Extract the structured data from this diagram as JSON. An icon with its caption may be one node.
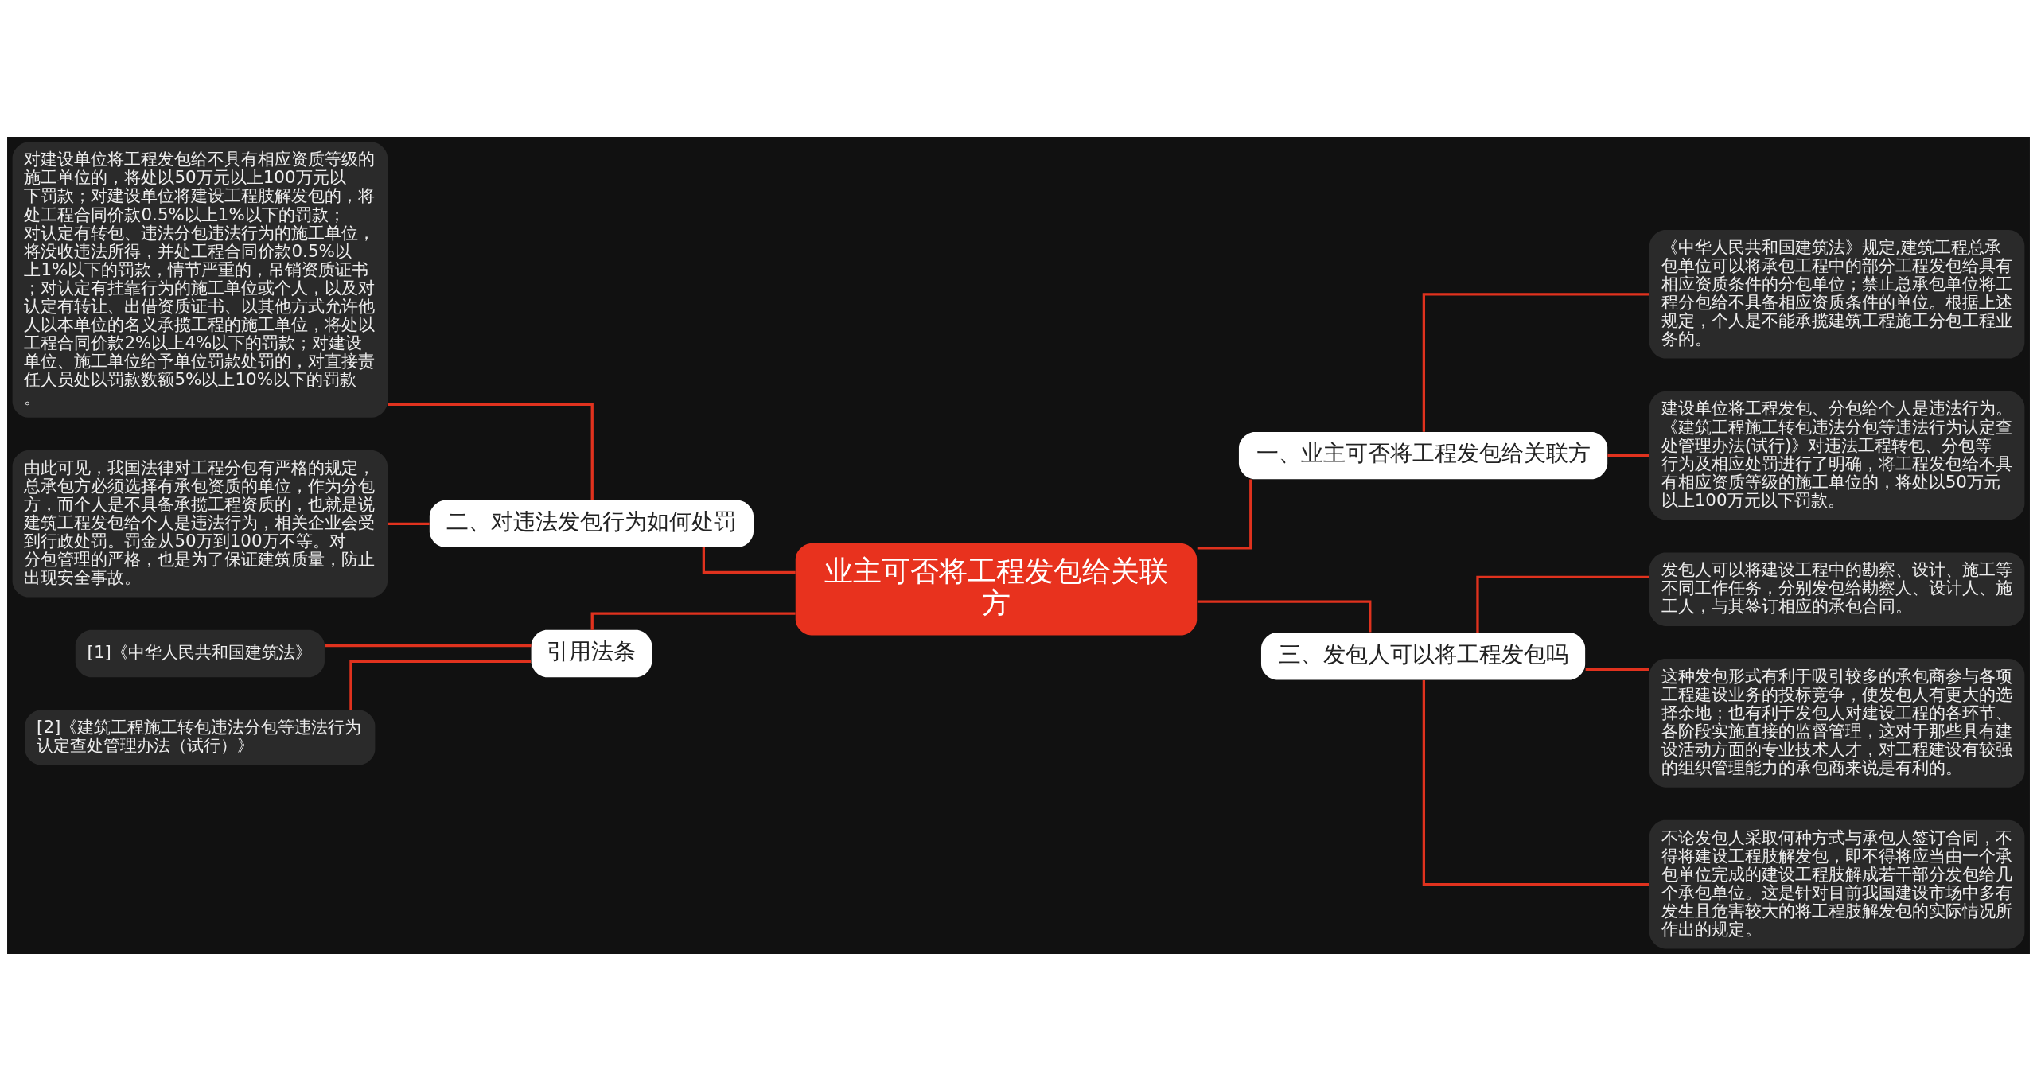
{
  "diagram": {
    "nodes": [
      {
        "text": [
          "业主可否将工程发包给关联方"
        ]
      },
      {
        "text": [
          "一、业主可否将工程发包给关联方"
        ]
      },
      {
        "text": [
          "《中华人民共和国建筑法》规定,建筑工程总承包单位可以将承包工程中的部分工程发包给具有相应资质条件的分包单位；禁止总承包单位将工程分包给不具备相应资质条件的单位。根据上述规定，个人是不能承揽建筑工程施工分包工程业务的。"
        ]
      },
      {
        "text": [
          "建设单位将工程发包、分包给个人是违法行为。《建筑工程施工转包违法分包等违法行为认定查处管理办法(试行)》对违法工程转包、分包等行为及相应处罚进行了明确，将工程发包给不具有相应资质等级的施工单位的，将处以50万元以上100万元以下罚款。"
        ]
      },
      {
        "text": [
          "二、对违法发包行为如何处罚"
        ]
      },
      {
        "text": [
          "对建设单位将工程发包给不具有相应资质等级的施工单位的，将处以50万元以上100万元以下罚款；对建设单位将建设工程肢解发包的，将处工程合同价款0.5%以上1%以下的罚款；对认定有转包、违法分包违法行为的施工单位，将没收违法所得，并处工程合同价款0.5%以上1%以下的罚款，情节严重的，吊销资质证书；对认定有挂靠行为的施工单位或个人，以及对认定有转让、出借资质证书、以其他方式允许他人以本单位的名义承揽工程的施工单位，将处以工程合同价款2%以上4%以下的罚款；对建设单位、施工单位给予单位罚款处罚的，对直接责任人员处以罚款数额5%以上10%以下的罚款。"
        ]
      },
      {
        "text": [
          "由此可见，我国法律对工程分包有严格的规定，总承包方必须选择有承包资质的单位，作为分包方，而个人是不具备承揽工程资质的，也就是说建筑工程发包给个人是违法行为，相关企业会受到行政处罚。罚金从50万到100万不等。对分包管理的严格，也是为了保证建筑质量，防止出现安全事故。"
        ]
      },
      {
        "text": [
          "三、发包人可以将工程发包吗"
        ]
      },
      {
        "text": [
          "发包人可以将建设工程中的勘察、设计、施工等不同工作任务，分别发包给勘察人、设计人、施工人，与其签订相应的承包合同。"
        ]
      },
      {
        "text": [
          "这种发包形式有利于吸引较多的承包商参与各项工程建设业务的投标竞争，使发包人有更大的选择余地；也有利于发包人对建设工程的各环节、各阶段实施直接的监督管理，这对于那些具有建设活动方面的专业技术人才，对工程建设有较强的组织管理能力的承包商来说是有利的。"
        ]
      },
      {
        "text": [
          "不论发包人采取何种方式与承包人签订合同，不得将建设工程肢解发包，即不得将应当由一个承包单位完成的建设工程肢解成若干部分发包给几个承包单位。这是针对目前我国建设市场中多有发生且危害较大的将工程肢解发包的实际情况所作出的规定。"
        ]
      },
      {
        "text": [
          "引用法条"
        ]
      },
      {
        "text": [
          "[1]《中华人民共和国建筑法》"
        ]
      },
      {
        "text": [
          "[2]《建筑工程施工转包违法分包等违法行为认定查处管理办法（试行）》"
        ]
      }
    ],
    "edges": [
      {
        "from": 0,
        "to": 1,
        "arrow": "none"
      },
      {
        "from": 1,
        "to": 2,
        "arrow": "none"
      },
      {
        "from": 1,
        "to": 3,
        "arrow": "none"
      },
      {
        "from": 0,
        "to": 4,
        "arrow": "none"
      },
      {
        "from": 4,
        "to": 5,
        "arrow": "none"
      },
      {
        "from": 4,
        "to": 6,
        "arrow": "none"
      },
      {
        "from": 0,
        "to": 7,
        "arrow": "none"
      },
      {
        "from": 7,
        "to": 8,
        "arrow": "none"
      },
      {
        "from": 7,
        "to": 9,
        "arrow": "none"
      },
      {
        "from": 7,
        "to": 10,
        "arrow": "none"
      },
      {
        "from": 0,
        "to": 11,
        "arrow": "none"
      },
      {
        "from": 11,
        "to": 12,
        "arrow": "none"
      },
      {
        "from": 11,
        "to": 13,
        "arrow": "none"
      }
    ]
  }
}
